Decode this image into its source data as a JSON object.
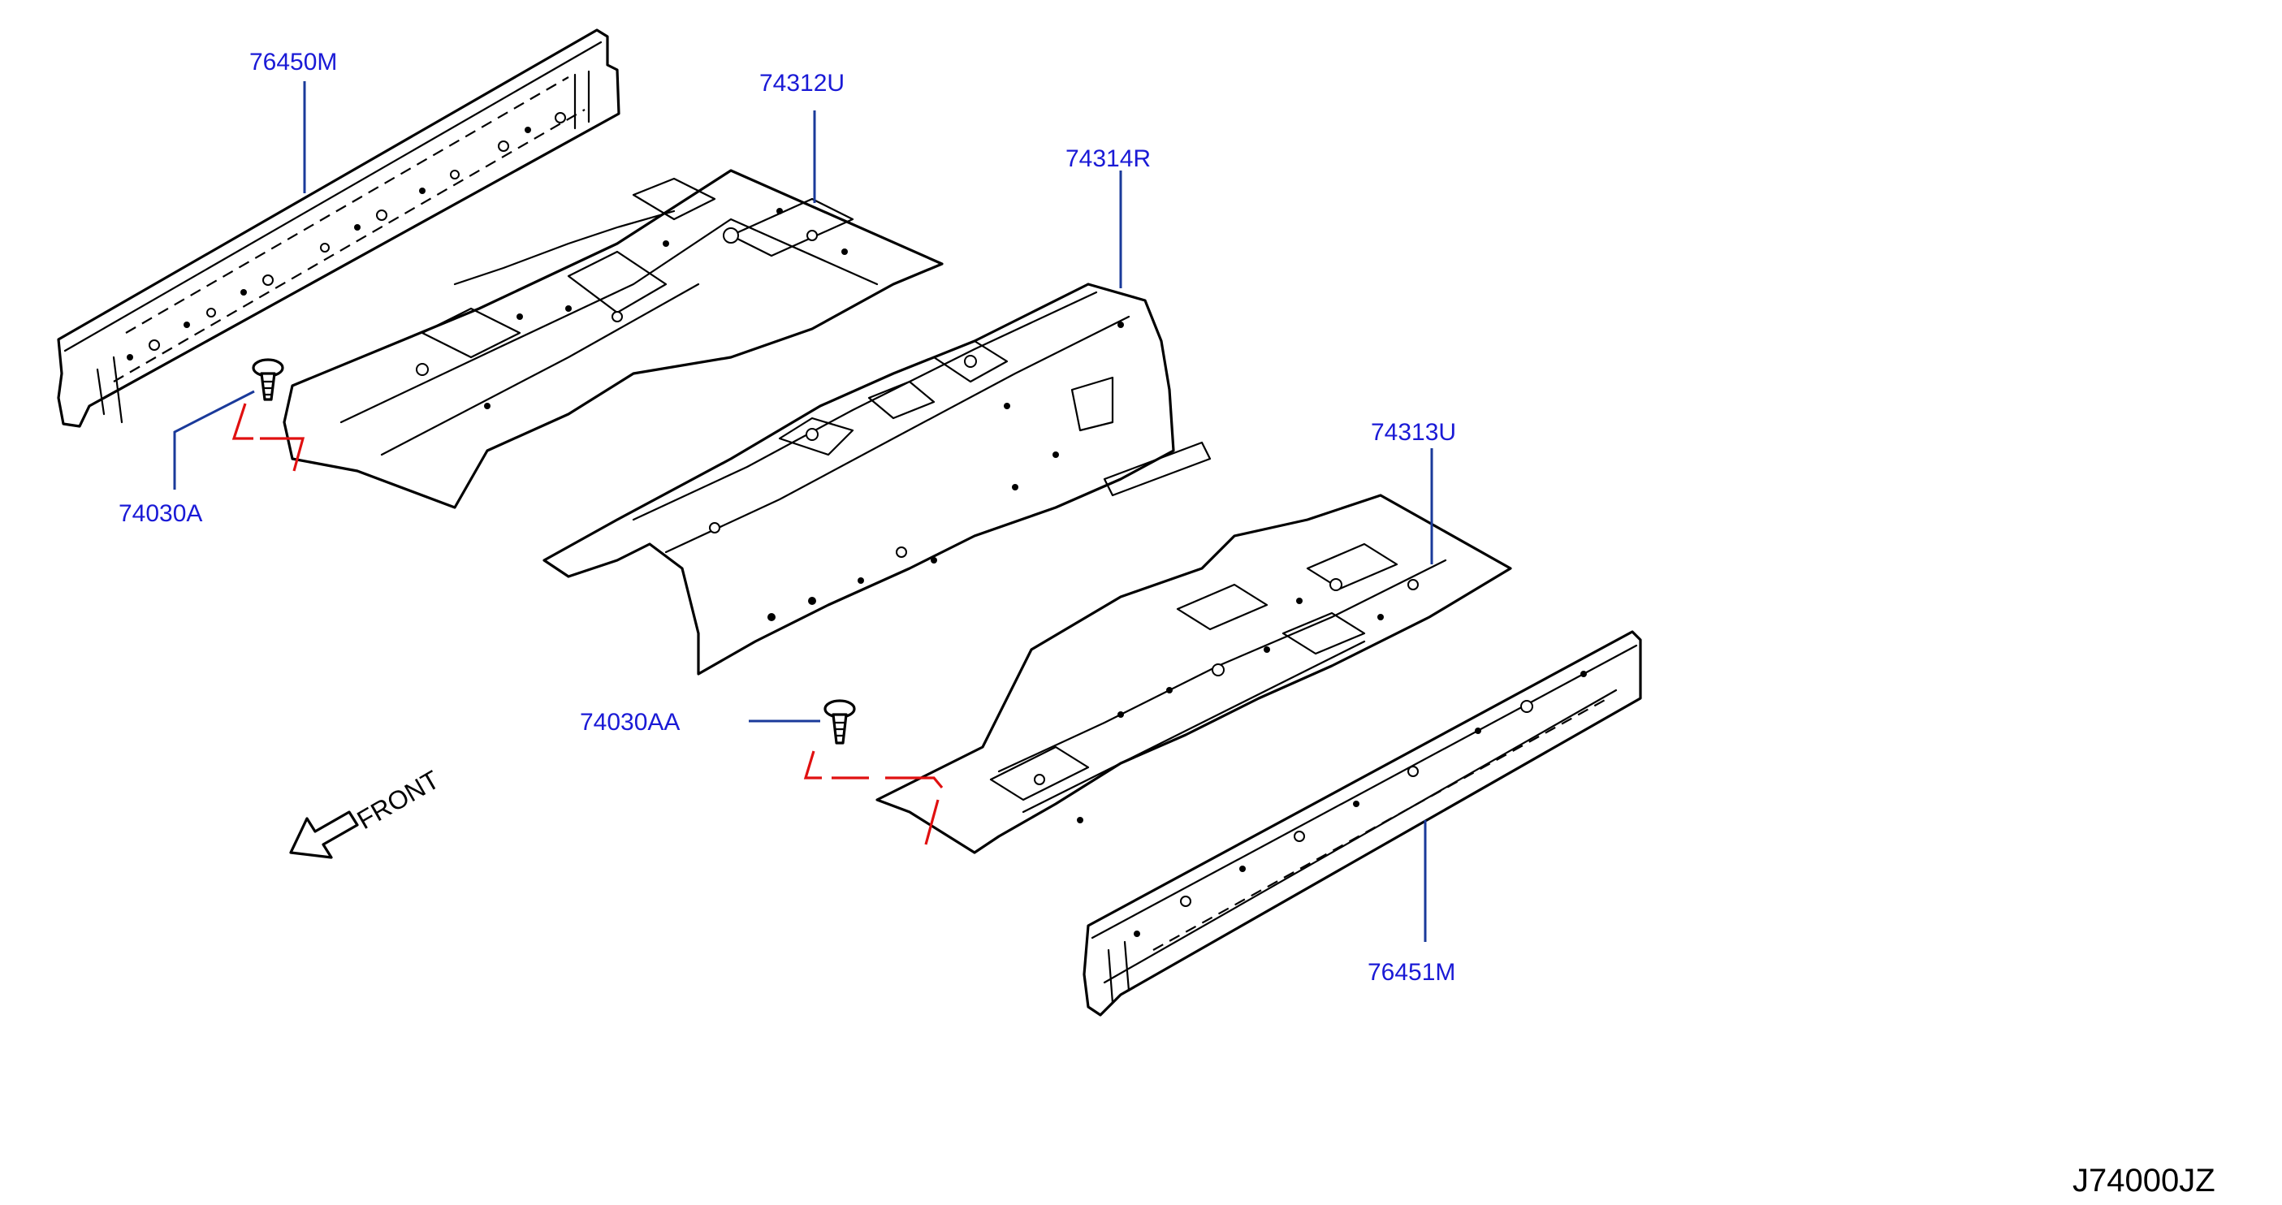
{
  "diagram_code": "J74000JZ",
  "direction_label": "FRONT",
  "colors": {
    "callout_text": "#1a1ad6",
    "leader_line": "#1a3a9a",
    "fastener_guide": "#e01010",
    "outline": "#000000",
    "background": "#ffffff"
  },
  "parts": [
    {
      "key": "rear_member_left",
      "number": "76450M"
    },
    {
      "key": "rear_floor_left",
      "number": "74312U"
    },
    {
      "key": "floor_center",
      "number": "74314R"
    },
    {
      "key": "floor_right",
      "number": "74313U"
    },
    {
      "key": "clip_left",
      "number": "74030A"
    },
    {
      "key": "clip_right",
      "number": "74030AA"
    },
    {
      "key": "rear_member_right",
      "number": "76451M"
    }
  ]
}
